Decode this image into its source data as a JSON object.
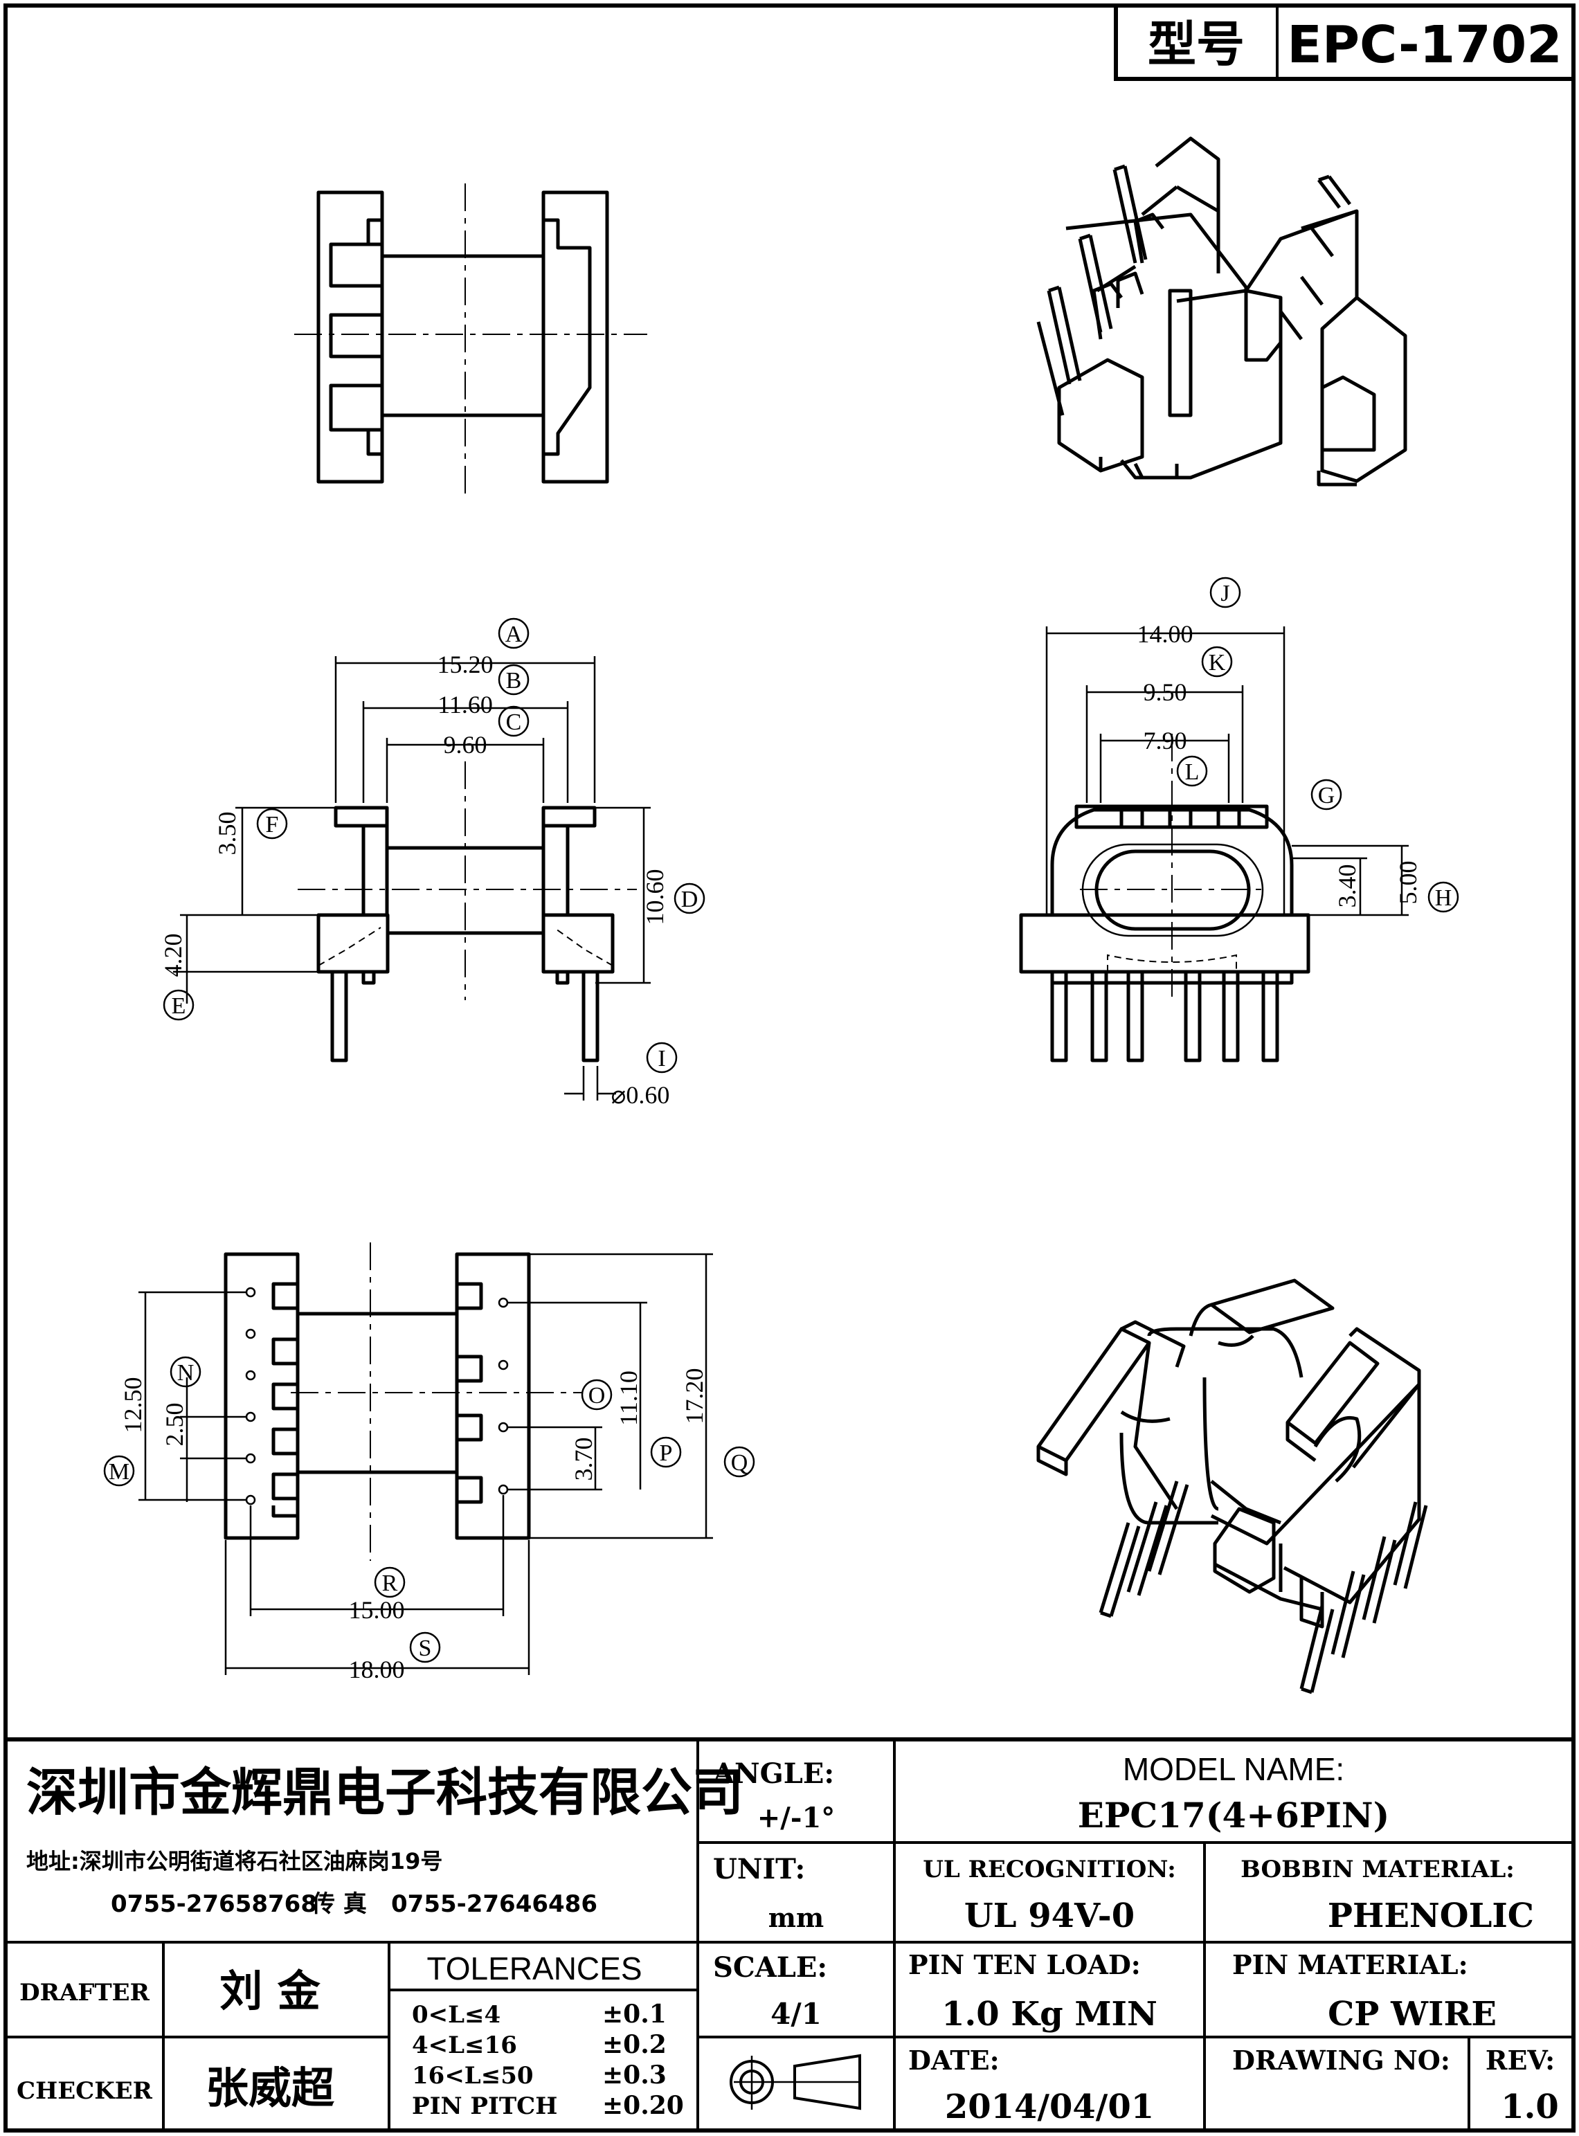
{
  "header": {
    "type_label": "型号",
    "model_code": "EPC-1702"
  },
  "dimensions": {
    "A": {
      "letter": "A",
      "value": "15.20"
    },
    "B": {
      "letter": "B",
      "value": "11.60"
    },
    "C": {
      "letter": "C",
      "value": "9.60"
    },
    "D": {
      "letter": "D",
      "value": "10.60"
    },
    "E": {
      "letter": "E",
      "value": "4.20"
    },
    "F": {
      "letter": "F",
      "value": "3.50"
    },
    "G": {
      "letter": "G"
    },
    "H": {
      "letter": "H",
      "value": "5.00",
      "value2": "3.40"
    },
    "I": {
      "letter": "I",
      "value": "⌀0.60"
    },
    "J": {
      "letter": "J",
      "value": "14.00"
    },
    "K": {
      "letter": "K",
      "value": "9.50"
    },
    "L": {
      "letter": "L",
      "value": "7.90"
    },
    "M": {
      "letter": "M",
      "value": "12.50"
    },
    "N": {
      "letter": "N",
      "value": "2.50"
    },
    "O": {
      "letter": "O",
      "value": "3.70"
    },
    "P": {
      "letter": "P",
      "value": "11.10"
    },
    "Q": {
      "letter": "Q",
      "value": "17.20"
    },
    "R": {
      "letter": "R",
      "value": "15.00"
    },
    "S": {
      "letter": "S",
      "value": "18.00"
    }
  },
  "title_block": {
    "company_name": "深圳市金辉鼎电子科技有限公司",
    "address": "地址:深圳市公明街道将石社区油麻岗19号",
    "phone": "0755-27658768",
    "fax_label": "传 真",
    "fax": "0755-27646486",
    "drafter_label": "DRAFTER",
    "drafter_name": "刘  金",
    "checker_label": "CHECKER",
    "checker_name": "张威超",
    "tolerances_title": "TOLERANCES",
    "tolerances": [
      {
        "range": "0<L≤4",
        "value": "±0.1"
      },
      {
        "range": "4<L≤16",
        "value": "±0.2"
      },
      {
        "range": "16<L≤50",
        "value": "±0.3"
      },
      {
        "range": "PIN PITCH",
        "value": "±0.20"
      }
    ],
    "angle_label": "ANGLE:",
    "angle_value": "+/-1°",
    "unit_label": "UNIT:",
    "unit_value": "mm",
    "scale_label": "SCALE:",
    "scale_value": "4/1",
    "model_name_label": "MODEL NAME:",
    "model_name_value": "EPC17(4+6PIN)",
    "ul_label": "UL RECOGNITION:",
    "ul_value": "UL 94V-0",
    "bobbin_material_label": "BOBBIN MATERIAL:",
    "bobbin_material_value": "PHENOLIC",
    "pin_load_label": "PIN TEN LOAD:",
    "pin_load_value": "1.0 Kg MIN",
    "pin_material_label": "PIN MATERIAL:",
    "pin_material_value": "CP WIRE",
    "date_label": "DATE:",
    "date_value": "2014/04/01",
    "drawing_no_label": "DRAWING NO:",
    "drawing_no_value": "",
    "rev_label": "REV:",
    "rev_value": "1.0"
  }
}
